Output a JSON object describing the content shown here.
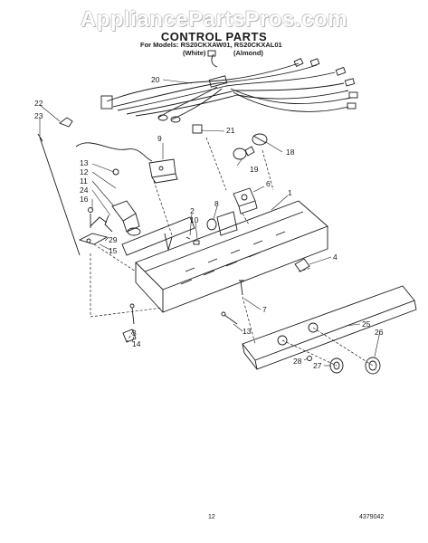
{
  "watermark": "AppliancePartsPros.com",
  "title": "CONTROL PARTS",
  "models_line": "For Models: RS20CKXAW01, RS20CKXAL01",
  "variant_white": "(White)",
  "variant_almond": "(Almond)",
  "callouts": [
    "20",
    "22",
    "23",
    "21",
    "18",
    "19",
    "9",
    "13",
    "12",
    "11",
    "24",
    "16",
    "29",
    "15",
    "6",
    "1",
    "8",
    "2",
    "10",
    "4",
    "7",
    "13",
    "3",
    "14",
    "25",
    "26",
    "28",
    "27"
  ],
  "page_number": "12",
  "document_number": "4379042"
}
